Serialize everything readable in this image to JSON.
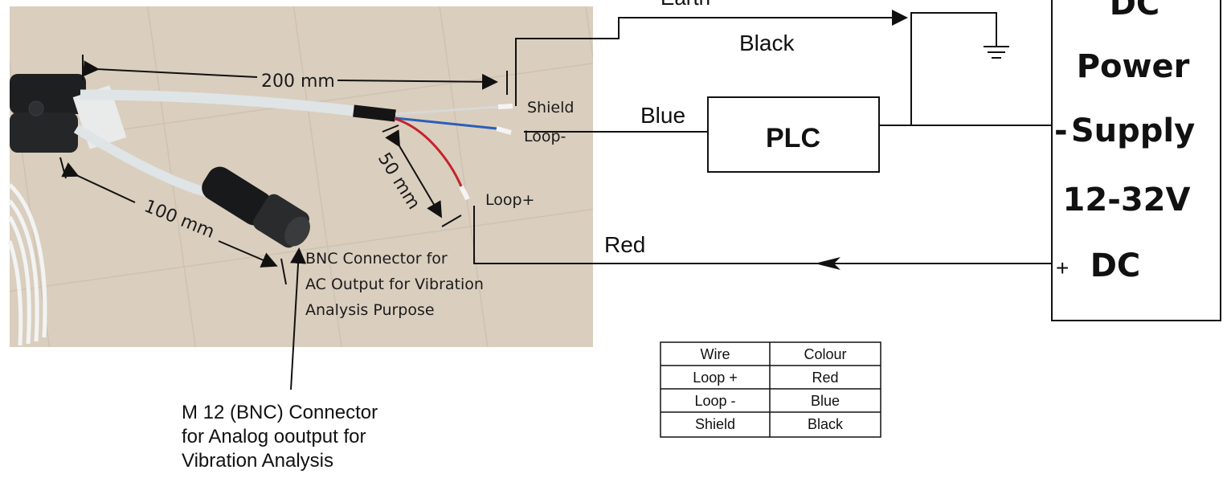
{
  "photo": {
    "dim_200": "200 mm",
    "dim_100": "100 mm",
    "dim_50": "50 mm",
    "shield": "Shield",
    "loop_minus": "Loop-",
    "loop_plus": "Loop+",
    "bnc_line1": "BNC Connector for",
    "bnc_line2": "AC Output for Vibration",
    "bnc_line3": "Analysis Purpose"
  },
  "callout": {
    "line1": "M 12 (BNC) Connector",
    "line2": "for  Analog ooutput for",
    "line3": "Vibration  Analysis"
  },
  "wiring": {
    "earth": "Earth",
    "black": "Black",
    "blue": "Blue",
    "red": "Red",
    "plc": "PLC"
  },
  "psu": {
    "line1": "DC",
    "line2": "Power",
    "minus": "-",
    "line3": "Supply",
    "line4": "12-32V",
    "plus": "+",
    "line5": "DC"
  },
  "table": {
    "headers": [
      "Wire",
      "Colour"
    ],
    "rows": [
      [
        "Loop +",
        "Red"
      ],
      [
        "Loop -",
        "Blue"
      ],
      [
        "Shield",
        "Black"
      ]
    ]
  }
}
